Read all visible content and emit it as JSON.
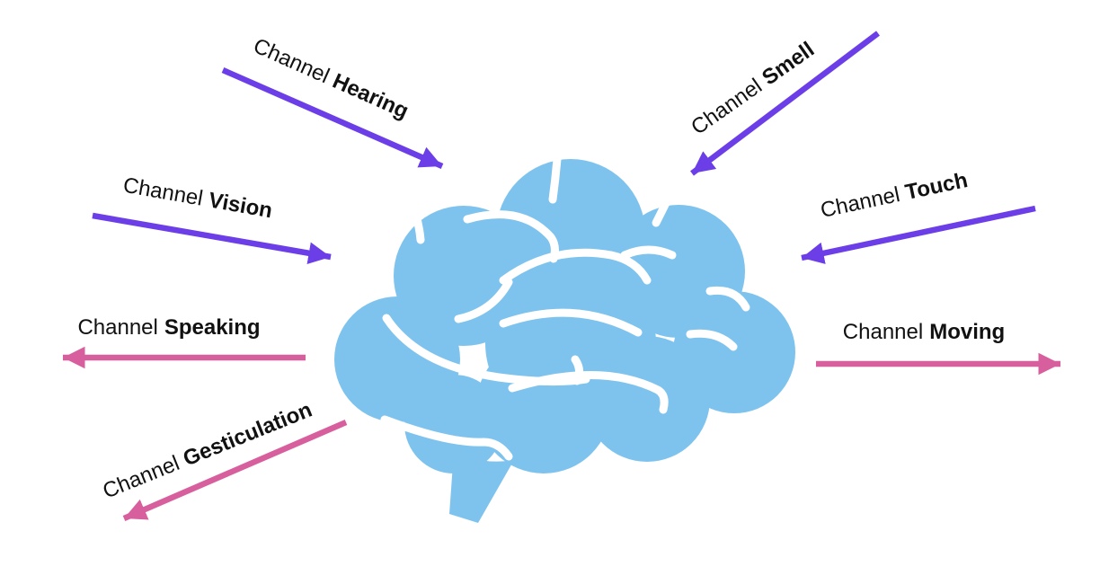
{
  "diagram": {
    "subject": "brain-io-channels",
    "center_figure": "brain-icon"
  },
  "colors": {
    "input_arrow": "#6B3EE8",
    "output_arrow": "#D85F9E",
    "brain_fill": "#7EC3EE",
    "label_text": "#111111",
    "background": "#FFFFFF"
  },
  "channels": [
    {
      "prefix": "Channel",
      "name": "Hearing",
      "direction": "input"
    },
    {
      "prefix": "Channel",
      "name": "Smell",
      "direction": "input"
    },
    {
      "prefix": "Channel",
      "name": "Vision",
      "direction": "input"
    },
    {
      "prefix": "Channel",
      "name": "Touch",
      "direction": "input"
    },
    {
      "prefix": "Channel",
      "name": "Speaking",
      "direction": "output"
    },
    {
      "prefix": "Channel",
      "name": "Moving",
      "direction": "output"
    },
    {
      "prefix": "Channel",
      "name": "Gesticulation",
      "direction": "output"
    }
  ]
}
